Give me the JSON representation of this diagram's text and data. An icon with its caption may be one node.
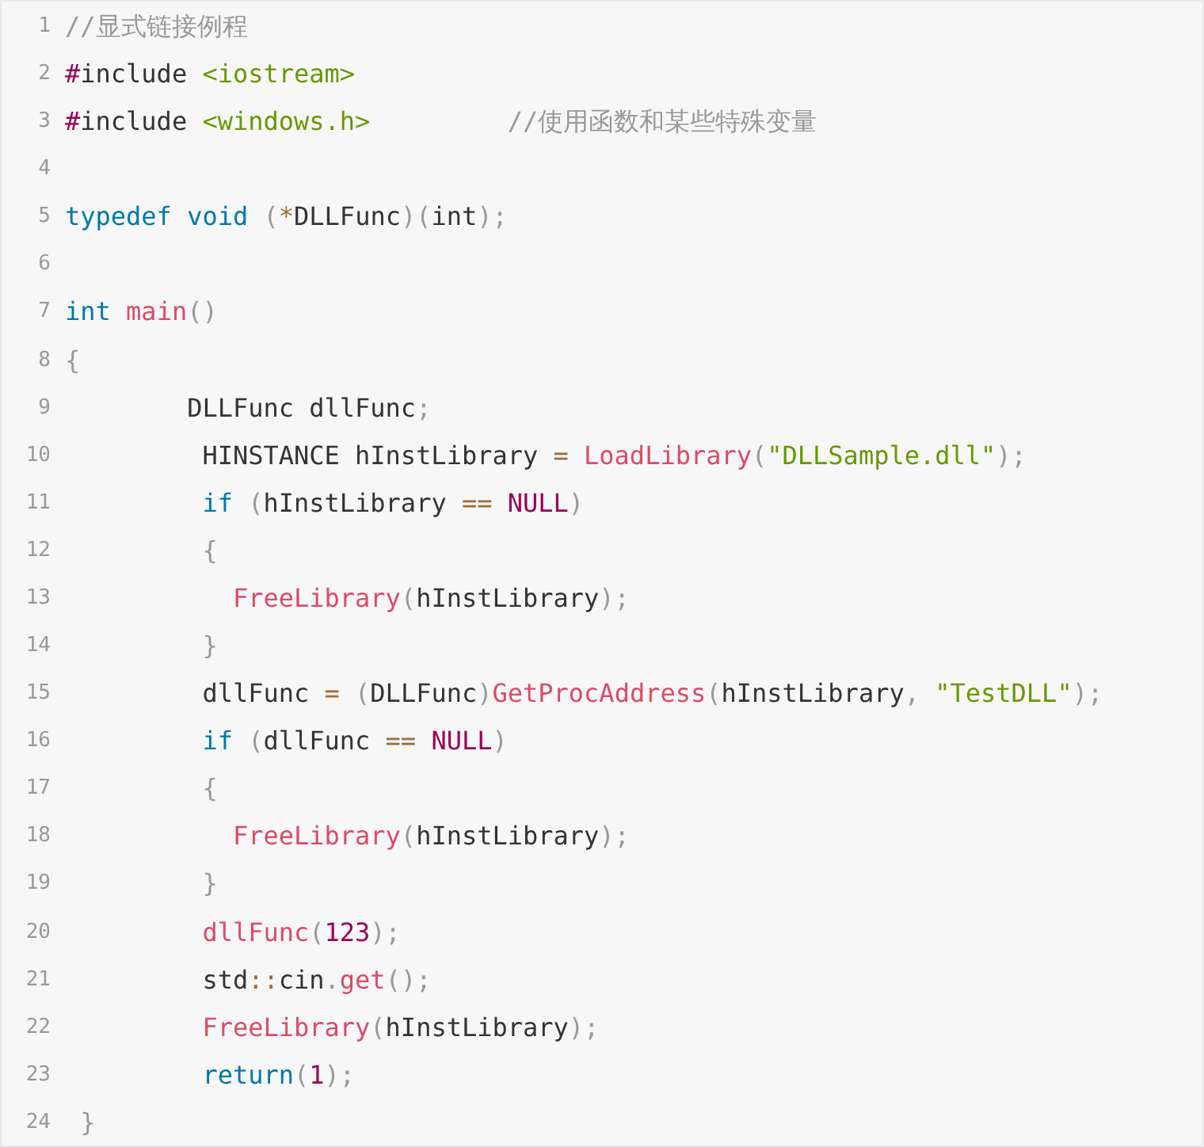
{
  "diagram": {
    "labels": [
      "1",
      "//显式链接例程",
      "2",
      "#include <iostream>",
      "3",
      "#include <windows.h>",
      "//使用函数和某些特殊变量",
      "4",
      "5",
      "typedef void (*DLLFunc)(int);",
      "6",
      "7",
      "int main()",
      "8",
      "{",
      "9",
      "DLLFunc dllFunc;",
      "10",
      "HINSTANCE hInstLibrary = LoadLibrary(\"DLLSample.dll\");",
      "11",
      "if (hInstLibrary == NULL)",
      "12",
      "{",
      "13",
      "FreeLibrary(hInstLibrary);",
      "14",
      "}",
      "15",
      "dllFunc = (DLLFunc)GetProcAddress(hInstLibrary, \"TestDLL\");",
      "16",
      "if (dllFunc == NULL)",
      "17",
      "{",
      "18",
      "FreeLibrary(hInstLibrary);",
      "19",
      "}",
      "20",
      "dllFunc(123);",
      "21",
      "std::cin.get();",
      "22",
      "FreeLibrary(hInstLibrary);",
      "23",
      "return(1);",
      "24",
      "}"
    ]
  }
}
